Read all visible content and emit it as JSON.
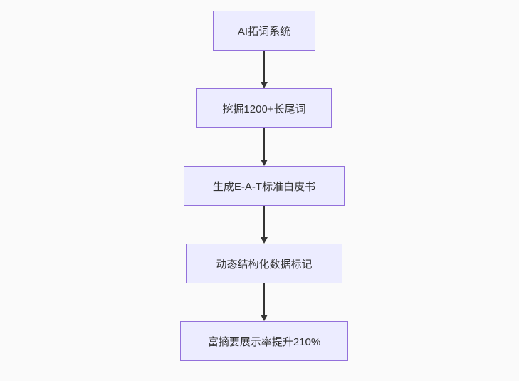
{
  "canvas": {
    "background": "#fafafa"
  },
  "flowchart": {
    "type": "flowchart",
    "direction": "top-down",
    "nodes": [
      {
        "id": "n1",
        "label": "AI拓词系统"
      },
      {
        "id": "n2",
        "label": "挖掘1200+长尾词"
      },
      {
        "id": "n3",
        "label": "生成E-A-T标准白皮书"
      },
      {
        "id": "n4",
        "label": "动态结构化数据标记"
      },
      {
        "id": "n5",
        "label": "富摘要展示率提升210%"
      }
    ],
    "edges": [
      {
        "from": "AI拓词系统",
        "to": "挖掘1200+长尾词"
      },
      {
        "from": "挖掘1200+长尾词",
        "to": "生成E-A-T标准白皮书"
      },
      {
        "from": "生成E-A-T标准白皮书",
        "to": "动态结构化数据标记"
      },
      {
        "from": "动态结构化数据标记",
        "to": "富摘要展示率提升210%"
      }
    ],
    "style": {
      "node_fill": "#ECECFF",
      "node_border": "#9370DB",
      "edge_color": "#333333",
      "text_color": "#333333"
    }
  }
}
